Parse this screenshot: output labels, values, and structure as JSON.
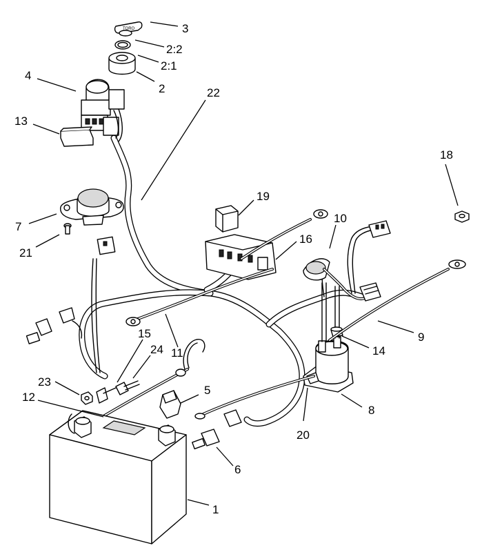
{
  "callouts": {
    "c1": "1",
    "c2": "2",
    "c2_1": "2:1",
    "c2_2": "2:2",
    "c3": "3",
    "c4": "4",
    "c5": "5",
    "c6": "6",
    "c7": "7",
    "c8": "8",
    "c9": "9",
    "c10": "10",
    "c11": "11",
    "c12": "12",
    "c13": "13",
    "c14": "14",
    "c15": "15",
    "c16": "16",
    "c18": "18",
    "c19": "19",
    "c20": "20",
    "c21": "21",
    "c22": "22",
    "c23": "23",
    "c24": "24"
  },
  "key_text": "TORO"
}
